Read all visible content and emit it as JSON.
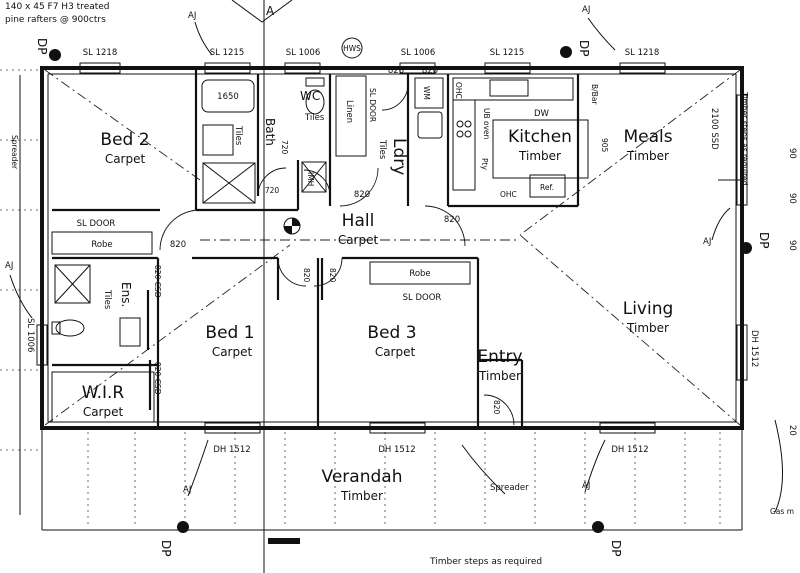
{
  "notes": {
    "rafters": "140 x 45 F7 H3 treated",
    "rafters_spacing": "pine rafters @ 900ctrs",
    "steps_right": "Timber steps as required",
    "steps_bottom": "Timber steps as required",
    "gas_meter": "Gas m"
  },
  "rooms": {
    "bed2": {
      "name": "Bed 2",
      "finish": "Carpet"
    },
    "bath": {
      "name": "Bath",
      "finish": "Tiles"
    },
    "wc": {
      "name": "WC",
      "finish": "Tiles"
    },
    "ldry": {
      "name": "Ldry",
      "finish": "Tiles"
    },
    "kitchen": {
      "name": "Kitchen",
      "finish": "Timber"
    },
    "meals": {
      "name": "Meals",
      "finish": "Timber"
    },
    "hall": {
      "name": "Hall",
      "finish": "Carpet"
    },
    "ens": {
      "name": "Ens.",
      "finish": "Tiles"
    },
    "wir": {
      "name": "W.I.R",
      "finish": "Carpet"
    },
    "bed1": {
      "name": "Bed 1",
      "finish": "Carpet"
    },
    "bed3": {
      "name": "Bed 3",
      "finish": "Carpet"
    },
    "living": {
      "name": "Living",
      "finish": "Timber"
    },
    "entry": {
      "name": "Entry",
      "finish": "Timber"
    },
    "verandah": {
      "name": "Verandah",
      "finish": "Timber"
    }
  },
  "windows": {
    "sl1218_a": "SL 1218",
    "sl1215_a": "SL 1215",
    "sl1006_a": "SL 1006",
    "sl1006_b": "SL 1006",
    "sl1215_b": "SL 1215",
    "sl1218_b": "SL 1218",
    "sl1006_left": "SL 1006",
    "dh1512_a": "DH 1512",
    "dh1512_b": "DH 1512",
    "dh1512_c": "DH 1512",
    "dh1512_right": "DH 1512",
    "sd2100": "2100 SSD"
  },
  "fixtures": {
    "bath": "1650",
    "hws": "HWS",
    "linen": "Linen",
    "sl_door_linen": "SL DOOR",
    "wm": "WM",
    "dw": "DW",
    "bbar": "B/Bar",
    "uboven": "UB oven",
    "pty": "Pty",
    "ohc_top": "OHC",
    "ohc_bottom": "OHC",
    "ref": "Ref.",
    "robe_bed2": "Robe",
    "sl_door_bed2": "SL DOOR",
    "robe_bed3": "Robe",
    "sl_door_bed3": "SL DOOR",
    "csd_1": "820 CSD",
    "csd_2": "820 CSD",
    "bench_905": "905",
    "imh": "IMH"
  },
  "doors": {
    "d_bed2": "820",
    "d_top_ldry": "820",
    "d_top_ldry2": "820",
    "d_bath": "720",
    "d_wc": "720",
    "d_ldry": "820",
    "d_kitchen": "820",
    "d_bed1": "820",
    "d_bed3": "820",
    "d_entry": "820"
  },
  "markers": {
    "dp_tl": "DP",
    "dp_tr": "DP",
    "dp_right": "DP",
    "dp_bl": "DP",
    "dp_br": "DP",
    "aj_top": "AJ",
    "aj_tr": "AJ",
    "aj_right": "AJ",
    "aj_left": "AJ",
    "aj_bl": "AJ",
    "aj_br": "AJ",
    "spreader_left": "Spreader",
    "spreader_bottom": "Spreader",
    "section": "A",
    "dim_90_a": "90",
    "dim_90_b": "90",
    "dim_90_c": "90",
    "dim_20": "20"
  }
}
